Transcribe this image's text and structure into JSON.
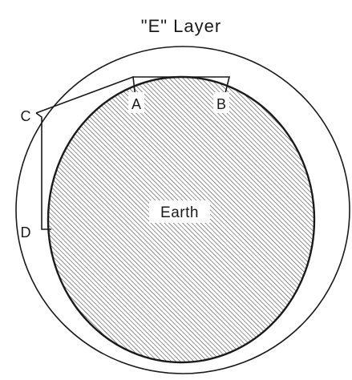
{
  "diagram": {
    "title": "\"E\" Layer",
    "earth_label": "Earth",
    "points": {
      "a": "A",
      "b": "B",
      "c": "C",
      "d": "D"
    },
    "colors": {
      "ink": "#1a1a1a",
      "background": "#ffffff"
    }
  }
}
